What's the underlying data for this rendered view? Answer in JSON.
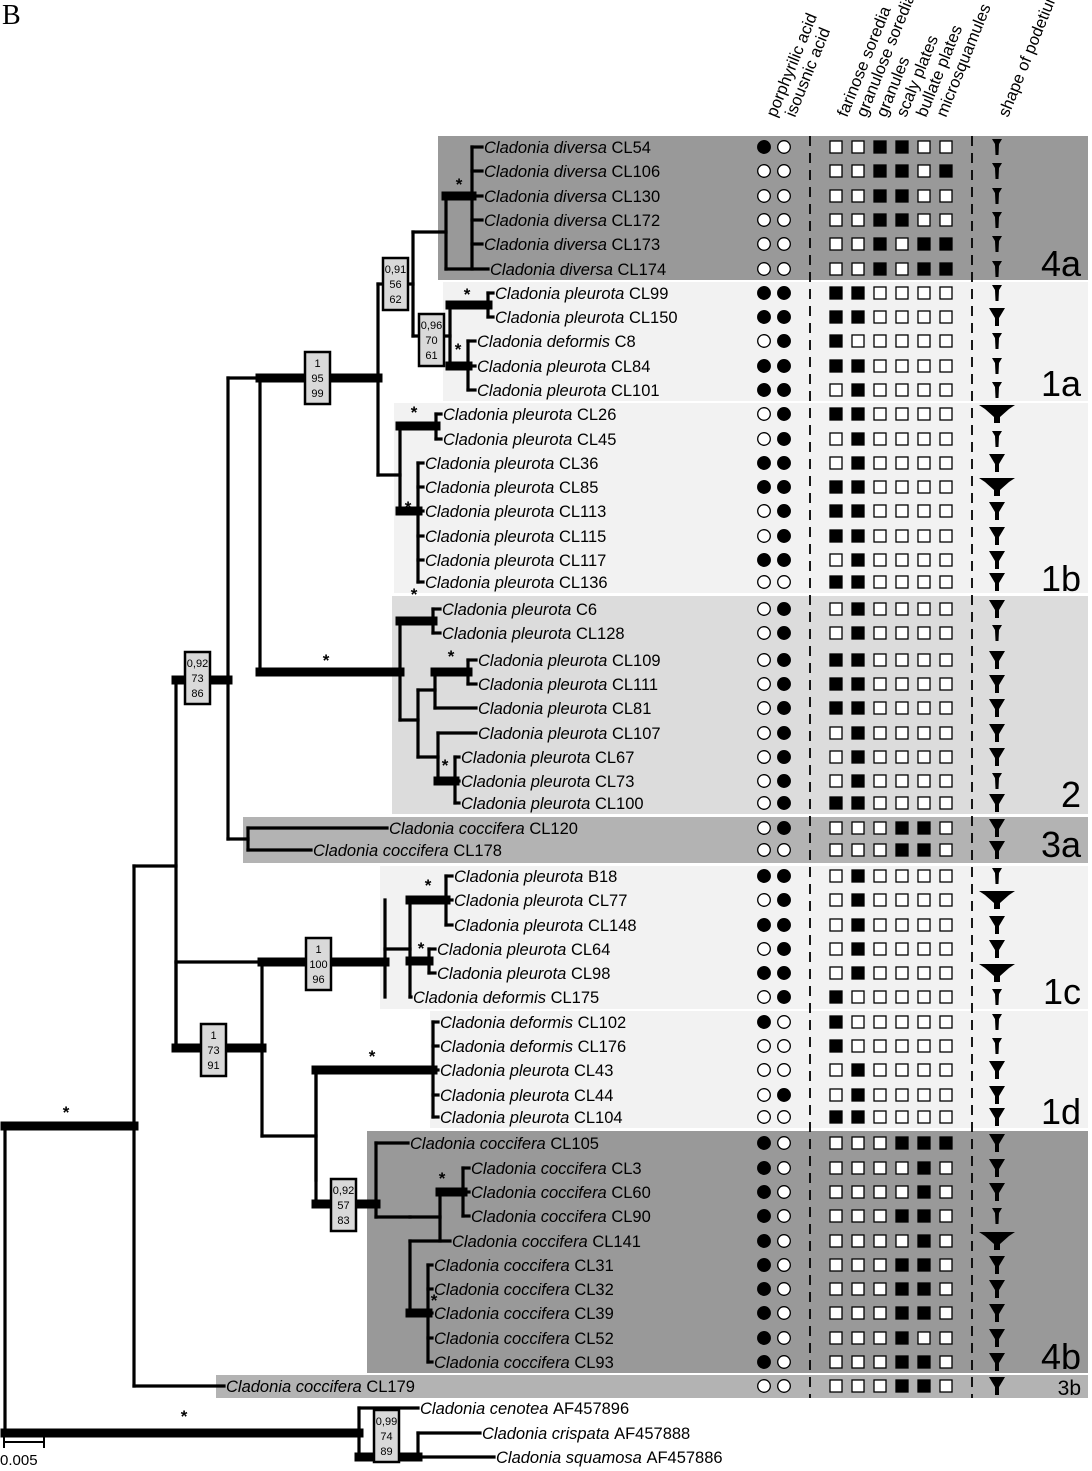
{
  "panel_label": "B",
  "scale_label": "0.005",
  "column_headers": [
    "porphyrilic acid",
    "isousnic acid",
    "farinose soredia",
    "granulose soredia",
    "granules",
    "scaly plates",
    "bullate plates",
    "microsquamules",
    "shape of podetium"
  ],
  "colors": {
    "dark_box": "#999999",
    "light_box": "#f2f2f2",
    "mid_box": "#dcdcdc",
    "line": "#000000"
  },
  "group_labels": [
    "4a",
    "1a",
    "1b",
    "2",
    "3a",
    "1c",
    "1d",
    "4b",
    "3b"
  ],
  "support_values": {
    "n1": [
      "0,91",
      "56",
      "62"
    ],
    "n2": [
      "0,96",
      "70",
      "61"
    ],
    "n3": [
      "1",
      "95",
      "99"
    ],
    "n4": [
      "0,92",
      "73",
      "86"
    ],
    "n5": [
      "1",
      "100",
      "96"
    ],
    "n6": [
      "1",
      "73",
      "91"
    ],
    "n7": [
      "0,92",
      "57",
      "83"
    ],
    "n8": [
      "0,99",
      "74",
      "89"
    ]
  },
  "star_symbol": "*",
  "taxa": [
    {
      "genus": "Cladonia",
      "species": "diversa",
      "code": "CL54",
      "chem": [
        1,
        0
      ],
      "props": [
        0,
        0,
        1,
        1,
        0,
        0
      ],
      "shape": "narrow"
    },
    {
      "genus": "Cladonia",
      "species": "diversa",
      "code": "CL106",
      "chem": [
        0,
        0
      ],
      "props": [
        0,
        0,
        1,
        1,
        0,
        1
      ],
      "shape": "narrow"
    },
    {
      "genus": "Cladonia",
      "species": "diversa",
      "code": "CL130",
      "chem": [
        0,
        0
      ],
      "props": [
        0,
        0,
        1,
        1,
        0,
        0
      ],
      "shape": "narrow"
    },
    {
      "genus": "Cladonia",
      "species": "diversa",
      "code": "CL172",
      "chem": [
        0,
        0
      ],
      "props": [
        0,
        0,
        1,
        1,
        0,
        0
      ],
      "shape": "narrow"
    },
    {
      "genus": "Cladonia",
      "species": "diversa",
      "code": "CL173",
      "chem": [
        0,
        0
      ],
      "props": [
        0,
        0,
        1,
        0,
        1,
        1
      ],
      "shape": "narrow"
    },
    {
      "genus": "Cladonia",
      "species": "diversa",
      "code": "CL174",
      "chem": [
        0,
        0
      ],
      "props": [
        0,
        0,
        1,
        0,
        1,
        1
      ],
      "shape": "narrow"
    },
    {
      "genus": "Cladonia",
      "species": "pleurota",
      "code": "CL99",
      "chem": [
        1,
        1
      ],
      "props": [
        1,
        1,
        0,
        0,
        0,
        0
      ],
      "shape": "narrow"
    },
    {
      "genus": "Cladonia",
      "species": "pleurota",
      "code": "CL150",
      "chem": [
        1,
        1
      ],
      "props": [
        1,
        1,
        0,
        0,
        0,
        0
      ],
      "shape": "cup"
    },
    {
      "genus": "Cladonia",
      "species": "deformis",
      "code": "C8",
      "chem": [
        0,
        1
      ],
      "props": [
        1,
        0,
        0,
        0,
        0,
        0
      ],
      "shape": "narrow"
    },
    {
      "genus": "Cladonia",
      "species": "pleurota",
      "code": "CL84",
      "chem": [
        1,
        1
      ],
      "props": [
        1,
        1,
        0,
        0,
        0,
        0
      ],
      "shape": "narrow"
    },
    {
      "genus": "Cladonia",
      "species": "pleurota",
      "code": "CL101",
      "chem": [
        1,
        1
      ],
      "props": [
        0,
        1,
        0,
        0,
        0,
        0
      ],
      "shape": "narrow"
    },
    {
      "genus": "Cladonia",
      "species": "pleurota",
      "code": "CL26",
      "chem": [
        0,
        1
      ],
      "props": [
        1,
        1,
        0,
        0,
        0,
        0
      ],
      "shape": "wide"
    },
    {
      "genus": "Cladonia",
      "species": "pleurota",
      "code": "CL45",
      "chem": [
        0,
        1
      ],
      "props": [
        0,
        1,
        0,
        0,
        0,
        0
      ],
      "shape": "narrow"
    },
    {
      "genus": "Cladonia",
      "species": "pleurota",
      "code": "CL36",
      "chem": [
        1,
        1
      ],
      "props": [
        0,
        1,
        0,
        0,
        0,
        0
      ],
      "shape": "cup"
    },
    {
      "genus": "Cladonia",
      "species": "pleurota",
      "code": "CL85",
      "chem": [
        1,
        1
      ],
      "props": [
        1,
        1,
        0,
        0,
        0,
        0
      ],
      "shape": "wide"
    },
    {
      "genus": "Cladonia",
      "species": "pleurota",
      "code": "CL113",
      "chem": [
        0,
        1
      ],
      "props": [
        1,
        1,
        0,
        0,
        0,
        0
      ],
      "shape": "cup"
    },
    {
      "genus": "Cladonia",
      "species": "pleurota",
      "code": "CL115",
      "chem": [
        0,
        1
      ],
      "props": [
        1,
        1,
        0,
        0,
        0,
        0
      ],
      "shape": "cup"
    },
    {
      "genus": "Cladonia",
      "species": "pleurota",
      "code": "CL117",
      "chem": [
        1,
        1
      ],
      "props": [
        0,
        1,
        0,
        0,
        0,
        0
      ],
      "shape": "cup"
    },
    {
      "genus": "Cladonia",
      "species": "pleurota",
      "code": "CL136",
      "chem": [
        0,
        0
      ],
      "props": [
        1,
        1,
        0,
        0,
        0,
        0
      ],
      "shape": "cup"
    },
    {
      "genus": "Cladonia",
      "species": "pleurota",
      "code": "C6",
      "chem": [
        0,
        1
      ],
      "props": [
        0,
        1,
        0,
        0,
        0,
        0
      ],
      "shape": "cup"
    },
    {
      "genus": "Cladonia",
      "species": "pleurota",
      "code": "CL128",
      "chem": [
        0,
        1
      ],
      "props": [
        0,
        1,
        0,
        0,
        0,
        0
      ],
      "shape": "narrow"
    },
    {
      "genus": "Cladonia",
      "species": "pleurota",
      "code": "CL109",
      "chem": [
        0,
        1
      ],
      "props": [
        1,
        1,
        0,
        0,
        0,
        0
      ],
      "shape": "cup"
    },
    {
      "genus": "Cladonia",
      "species": "pleurota",
      "code": "CL111",
      "chem": [
        0,
        1
      ],
      "props": [
        1,
        1,
        0,
        0,
        0,
        0
      ],
      "shape": "cup"
    },
    {
      "genus": "Cladonia",
      "species": "pleurota",
      "code": "CL81",
      "chem": [
        0,
        1
      ],
      "props": [
        1,
        1,
        0,
        0,
        0,
        0
      ],
      "shape": "cup"
    },
    {
      "genus": "Cladonia",
      "species": "pleurota",
      "code": "CL107",
      "chem": [
        0,
        1
      ],
      "props": [
        0,
        1,
        0,
        0,
        0,
        0
      ],
      "shape": "cup"
    },
    {
      "genus": "Cladonia",
      "species": "pleurota",
      "code": "CL67",
      "chem": [
        0,
        1
      ],
      "props": [
        0,
        1,
        0,
        0,
        0,
        0
      ],
      "shape": "cup"
    },
    {
      "genus": "Cladonia",
      "species": "pleurota",
      "code": "CL73",
      "chem": [
        0,
        1
      ],
      "props": [
        0,
        1,
        0,
        0,
        0,
        0
      ],
      "shape": "narrow"
    },
    {
      "genus": "Cladonia",
      "species": "pleurota",
      "code": "CL100",
      "chem": [
        0,
        1
      ],
      "props": [
        1,
        1,
        0,
        0,
        0,
        0
      ],
      "shape": "cup"
    },
    {
      "genus": "Cladonia",
      "species": "coccifera",
      "code": "CL120",
      "chem": [
        0,
        1
      ],
      "props": [
        0,
        0,
        0,
        1,
        1,
        0
      ],
      "shape": "cup"
    },
    {
      "genus": "Cladonia",
      "species": "coccifera",
      "code": "CL178",
      "chem": [
        0,
        0
      ],
      "props": [
        0,
        0,
        0,
        1,
        1,
        0
      ],
      "shape": "cup"
    },
    {
      "genus": "Cladonia",
      "species": "pleurota",
      "code": "B18",
      "chem": [
        1,
        1
      ],
      "props": [
        0,
        1,
        0,
        0,
        0,
        0
      ],
      "shape": "narrow"
    },
    {
      "genus": "Cladonia",
      "species": "pleurota",
      "code": "CL77",
      "chem": [
        0,
        1
      ],
      "props": [
        0,
        1,
        0,
        0,
        0,
        0
      ],
      "shape": "wide"
    },
    {
      "genus": "Cladonia",
      "species": "pleurota",
      "code": "CL148",
      "chem": [
        1,
        1
      ],
      "props": [
        0,
        1,
        0,
        0,
        0,
        0
      ],
      "shape": "cup"
    },
    {
      "genus": "Cladonia",
      "species": "pleurota",
      "code": "CL64",
      "chem": [
        0,
        1
      ],
      "props": [
        0,
        1,
        0,
        0,
        0,
        0
      ],
      "shape": "cup"
    },
    {
      "genus": "Cladonia",
      "species": "pleurota",
      "code": "CL98",
      "chem": [
        1,
        1
      ],
      "props": [
        0,
        1,
        0,
        0,
        0,
        0
      ],
      "shape": "wide"
    },
    {
      "genus": "Cladonia",
      "species": "deformis",
      "code": "CL175",
      "chem": [
        0,
        1
      ],
      "props": [
        1,
        0,
        0,
        0,
        0,
        0
      ],
      "shape": "narrow"
    },
    {
      "genus": "Cladonia",
      "species": "deformis",
      "code": "CL102",
      "chem": [
        1,
        0
      ],
      "props": [
        1,
        0,
        0,
        0,
        0,
        0
      ],
      "shape": "narrow"
    },
    {
      "genus": "Cladonia",
      "species": "deformis",
      "code": "CL176",
      "chem": [
        0,
        0
      ],
      "props": [
        1,
        0,
        0,
        0,
        0,
        0
      ],
      "shape": "narrow"
    },
    {
      "genus": "Cladonia",
      "species": "pleurota",
      "code": "CL43",
      "chem": [
        0,
        0
      ],
      "props": [
        0,
        1,
        0,
        0,
        0,
        0
      ],
      "shape": "cup"
    },
    {
      "genus": "Cladonia",
      "species": "pleurota",
      "code": "CL44",
      "chem": [
        0,
        1
      ],
      "props": [
        0,
        1,
        0,
        0,
        0,
        0
      ],
      "shape": "cup"
    },
    {
      "genus": "Cladonia",
      "species": "pleurota",
      "code": "CL104",
      "chem": [
        0,
        0
      ],
      "props": [
        1,
        1,
        0,
        0,
        0,
        0
      ],
      "shape": "cup"
    },
    {
      "genus": "Cladonia",
      "species": "coccifera",
      "code": "CL105",
      "chem": [
        1,
        0
      ],
      "props": [
        0,
        0,
        0,
        1,
        1,
        1
      ],
      "shape": "cup"
    },
    {
      "genus": "Cladonia",
      "species": "coccifera",
      "code": "CL3",
      "chem": [
        1,
        0
      ],
      "props": [
        0,
        0,
        0,
        0,
        1,
        0
      ],
      "shape": "cup"
    },
    {
      "genus": "Cladonia",
      "species": "coccifera",
      "code": "CL60",
      "chem": [
        1,
        0
      ],
      "props": [
        0,
        0,
        0,
        0,
        1,
        0
      ],
      "shape": "cup"
    },
    {
      "genus": "Cladonia",
      "species": "coccifera",
      "code": "CL90",
      "chem": [
        1,
        0
      ],
      "props": [
        0,
        0,
        0,
        1,
        1,
        0
      ],
      "shape": "narrow"
    },
    {
      "genus": "Cladonia",
      "species": "coccifera",
      "code": "CL141",
      "chem": [
        1,
        0
      ],
      "props": [
        0,
        0,
        0,
        0,
        1,
        0
      ],
      "shape": "wide"
    },
    {
      "genus": "Cladonia",
      "species": "coccifera",
      "code": "CL31",
      "chem": [
        1,
        0
      ],
      "props": [
        0,
        0,
        0,
        1,
        1,
        0
      ],
      "shape": "cup"
    },
    {
      "genus": "Cladonia",
      "species": "coccifera",
      "code": "CL32",
      "chem": [
        1,
        0
      ],
      "props": [
        0,
        0,
        0,
        1,
        1,
        0
      ],
      "shape": "cup"
    },
    {
      "genus": "Cladonia",
      "species": "coccifera",
      "code": "CL39",
      "chem": [
        1,
        0
      ],
      "props": [
        0,
        0,
        0,
        1,
        1,
        0
      ],
      "shape": "cup"
    },
    {
      "genus": "Cladonia",
      "species": "coccifera",
      "code": "CL52",
      "chem": [
        1,
        0
      ],
      "props": [
        0,
        0,
        0,
        1,
        0,
        0
      ],
      "shape": "cup"
    },
    {
      "genus": "Cladonia",
      "species": "coccifera",
      "code": "CL93",
      "chem": [
        1,
        0
      ],
      "props": [
        0,
        0,
        0,
        1,
        1,
        0
      ],
      "shape": "cup"
    },
    {
      "genus": "Cladonia",
      "species": "coccifera",
      "code": "CL179",
      "chem": [
        0,
        0
      ],
      "props": [
        0,
        0,
        0,
        1,
        1,
        0
      ],
      "shape": "cup"
    },
    {
      "genus": "Cladonia",
      "species": "cenotea",
      "code": "AF457896",
      "chem": null,
      "props": null,
      "shape": null
    },
    {
      "genus": "Cladonia",
      "species": "crispata",
      "code": "AF457888",
      "chem": null,
      "props": null,
      "shape": null
    },
    {
      "genus": "Cladonia",
      "species": "squamosa",
      "code": "AF457886",
      "chem": null,
      "props": null,
      "shape": null
    }
  ]
}
